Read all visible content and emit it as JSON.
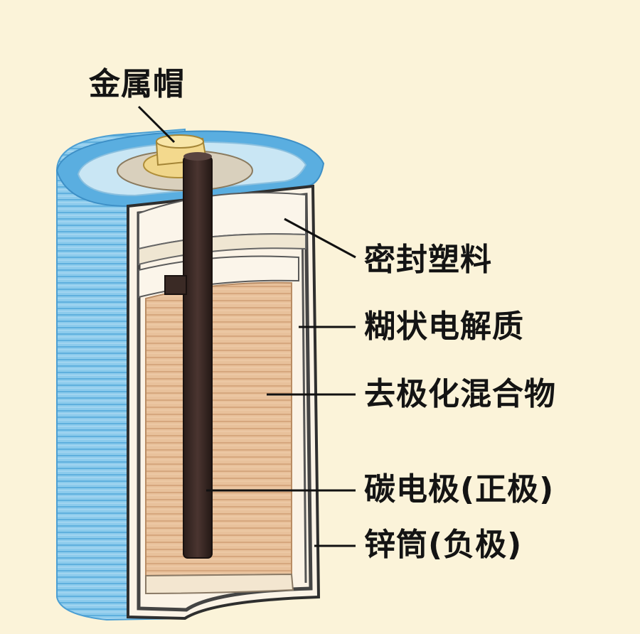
{
  "labels": {
    "metal_cap": "金属帽",
    "sealing_plastic": "密封塑料",
    "paste_electrolyte": "糊状电解质",
    "depolarizer_mix": "去极化混合物",
    "carbon_electrode": "碳电极(正极)",
    "zinc_can": "锌筒(负极)"
  },
  "colors": {
    "background": "#fbf3d9",
    "outer_sleeve": "#7fc3e8",
    "sleeve_top": "#5aaee0",
    "zinc_can": "#3a3a3a",
    "depolarizer": "#e5bc94",
    "carbon_rod": "#3a2a25",
    "metal_cap": "#f0d68a",
    "sealing_plastic": "#f7efdd"
  }
}
